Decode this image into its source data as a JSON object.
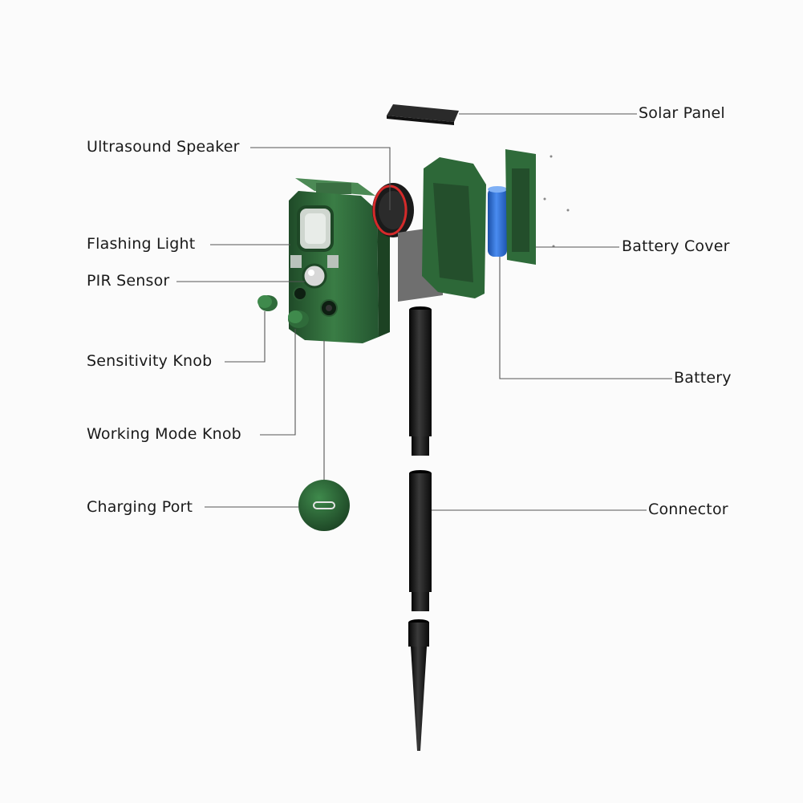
{
  "labels": {
    "solar_panel": "Solar Panel",
    "ultrasound_speaker": "Ultrasound Speaker",
    "flashing_light": "Flashing Light",
    "pir_sensor": "PIR Sensor",
    "battery_cover": "Battery Cover",
    "sensitivity_knob": "Sensitivity Knob",
    "battery": "Battery",
    "working_mode_knob": "Working Mode Knob",
    "charging_port": "Charging Port",
    "connector": "Connector"
  },
  "colors": {
    "housing_green": "#2f6b3a",
    "housing_dark": "#1f4a28",
    "battery_blue": "#2f6fd0",
    "ring_red": "#d42a2a",
    "stake_black": "#151515",
    "leader_line": "#555555"
  }
}
